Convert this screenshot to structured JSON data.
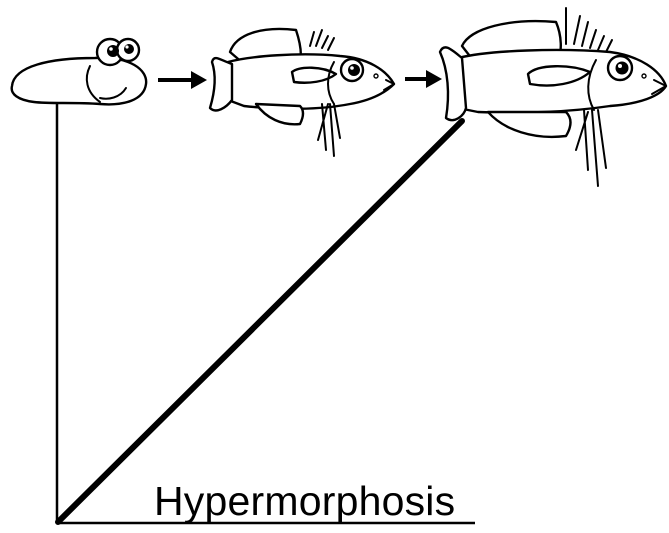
{
  "diagram": {
    "caption": "Hypermorphosis",
    "colors": {
      "ink": "#000000",
      "background": "#ffffff"
    },
    "stages": [
      {
        "name": "tadpole-larva",
        "icon": "tadpole-icon"
      },
      {
        "name": "juvenile-fish",
        "icon": "fish-icon"
      },
      {
        "name": "adult-fish",
        "icon": "fish-icon"
      }
    ],
    "arrows": [
      {
        "from": "tadpole-larva",
        "to": "juvenile-fish"
      },
      {
        "from": "juvenile-fish",
        "to": "adult-fish"
      }
    ]
  }
}
